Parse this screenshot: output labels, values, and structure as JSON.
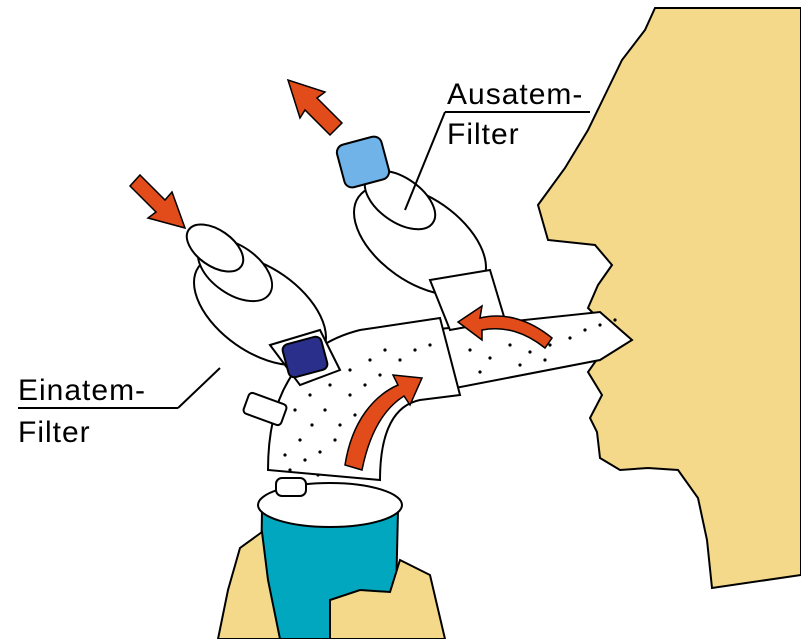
{
  "labels": {
    "exhale_line1": "Ausatem-",
    "exhale_line2": "Filter",
    "inhale_line1": "Einatem-",
    "inhale_line2": "Filter"
  },
  "colors": {
    "face": "#F4D98A",
    "hand": "#F4D98A",
    "device_body": "#00A7BE",
    "arrow": "#E24B1A",
    "exhale_valve": "#6FB3E8",
    "inhale_valve": "#2A2F8C",
    "outline": "#000000"
  },
  "icons": {
    "inhale_arrow": "arrow-in-icon",
    "exhale_arrow": "arrow-out-icon"
  }
}
